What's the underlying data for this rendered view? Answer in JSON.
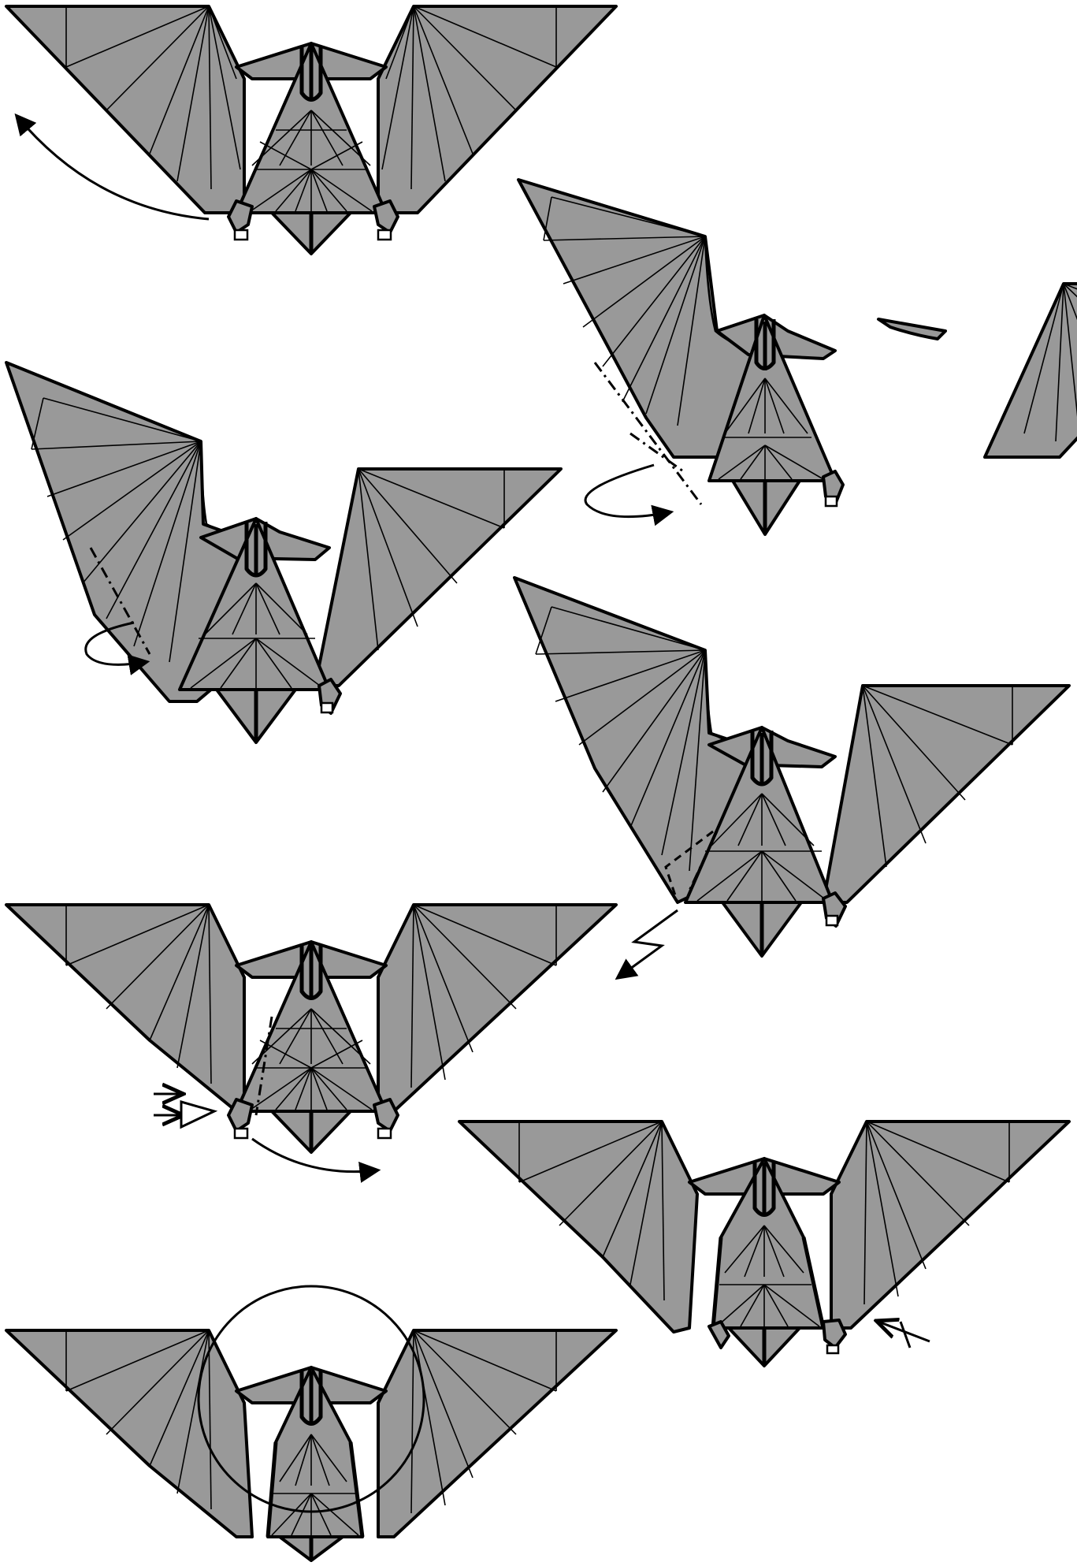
{
  "colors": {
    "paper": "#999999",
    "line": "#000000",
    "background": "#ffffff"
  },
  "steps": [
    {
      "id": "step-1",
      "pose": "symmetric",
      "marks": [
        "curved-arrow-up-left"
      ]
    },
    {
      "id": "step-2",
      "pose": "left-wing-raised",
      "marks": [
        "valley-fold-line",
        "loop-arrow"
      ]
    },
    {
      "id": "step-3",
      "pose": "left-wing-raised",
      "marks": [
        "valley-fold-line",
        "loop-arrow"
      ]
    },
    {
      "id": "step-4",
      "pose": "left-wing-raised",
      "marks": [
        "dashed-fold",
        "zigzag-arrow"
      ]
    },
    {
      "id": "step-5",
      "pose": "symmetric",
      "marks": [
        "mountain-fold-line",
        "push-arrows",
        "curved-arrow-right"
      ]
    },
    {
      "id": "step-6",
      "pose": "symmetric-narrow-body",
      "marks": [
        "turn-over-arrow"
      ]
    },
    {
      "id": "step-7",
      "pose": "symmetric-narrow-body",
      "marks": [
        "circle-detail"
      ]
    }
  ]
}
